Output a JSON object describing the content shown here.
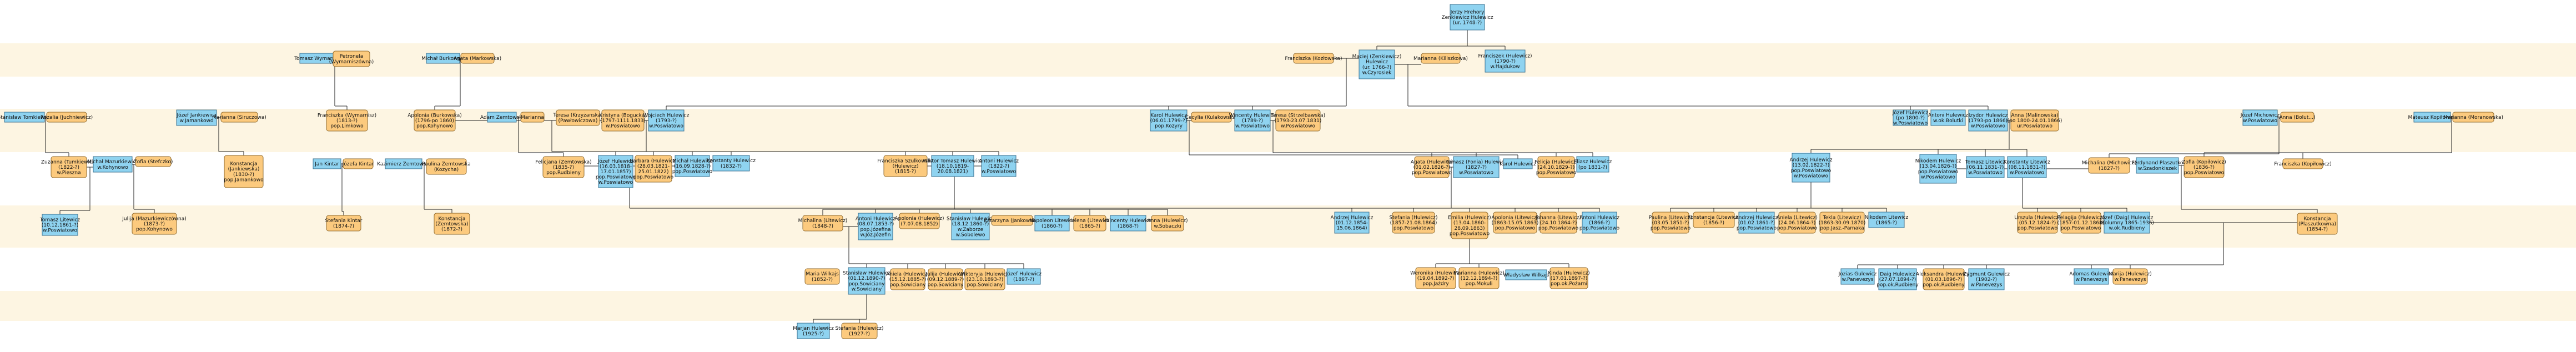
{
  "people": [
    {
      "id": "p01",
      "sex": "m",
      "lines": [
        "Jerzy Hrehory",
        "Zenkiewicz Hulewicz",
        "(ur. 1748-?)"
      ]
    },
    {
      "id": "p02",
      "sex": "f",
      "lines": [
        "Franciszka (Kozłowska)"
      ]
    },
    {
      "id": "p03",
      "sex": "m",
      "lines": [
        "Maciej (Zenkiewicz)",
        "Hulewicz",
        "(ur. 1766-?)",
        "w.Czyrosiek"
      ]
    },
    {
      "id": "p04",
      "sex": "f",
      "lines": [
        "Marianna (Kiliszkowa)"
      ]
    },
    {
      "id": "p05",
      "sex": "m",
      "lines": [
        "Franciszek (Hulewicz)",
        "(1790-?)",
        "w.Hajdukow"
      ]
    },
    {
      "id": "p06",
      "sex": "m",
      "lines": [
        "Tomasz Wymarnisz"
      ]
    },
    {
      "id": "p07",
      "sex": "f",
      "lines": [
        "Petronela",
        "(Wymarniszówna)"
      ]
    },
    {
      "id": "p08",
      "sex": "m",
      "lines": [
        "Michał Burkowski"
      ]
    },
    {
      "id": "p09",
      "sex": "f",
      "lines": [
        "Agata (Markowska)"
      ]
    },
    {
      "id": "p10",
      "sex": "m",
      "lines": [
        "Stanisław Tomkiewicz"
      ]
    },
    {
      "id": "p11",
      "sex": "f",
      "lines": [
        "Rozalia (Juchniewicz)"
      ]
    },
    {
      "id": "p12",
      "sex": "m",
      "lines": [
        "Józef Jankiewicz",
        "w.Jamankowo"
      ]
    },
    {
      "id": "p13",
      "sex": "f",
      "lines": [
        "Marianna (Siruczowa)"
      ]
    },
    {
      "id": "p14",
      "sex": "f",
      "lines": [
        "Franciszka (Wymarnisz)",
        "(1813-?)",
        "pop.Limkowo"
      ]
    },
    {
      "id": "p15",
      "sex": "f",
      "lines": [
        "Apolonia (Burkowska)",
        "(1796-po 1860)",
        "pop.Kohynowo"
      ]
    },
    {
      "id": "p16",
      "sex": "m",
      "lines": [
        "Adam Zemtowski"
      ]
    },
    {
      "id": "p17",
      "sex": "f",
      "lines": [
        "Marianna"
      ]
    },
    {
      "id": "p18",
      "sex": "f",
      "lines": [
        "Teresa (Krzyżanska)",
        "(Pawłowiczowa)"
      ]
    },
    {
      "id": "p19",
      "sex": "f",
      "lines": [
        "Kristyna (Bogucka)",
        "(1797-1111.1833)",
        "w.Poswiatowo"
      ]
    },
    {
      "id": "p20",
      "sex": "m",
      "lines": [
        "Wojciech Hulewicz",
        "(1793-?)",
        "w.Poswiatowo"
      ]
    },
    {
      "id": "p21",
      "sex": "m",
      "lines": [
        "Karol Hulewicz",
        "(06.01.1799-?)",
        "pop.Kozyry"
      ]
    },
    {
      "id": "p22",
      "sex": "f",
      "lines": [
        "Cecylia (Kulakowska)"
      ]
    },
    {
      "id": "p23",
      "sex": "m",
      "lines": [
        "Wincenty Hulewicz",
        "(1789-?)",
        "w.Poswiatowo"
      ]
    },
    {
      "id": "p24",
      "sex": "f",
      "lines": [
        "Teresa (Strzelbawska)",
        "(1793-23.07.1831)",
        "w.Poswiatowo"
      ]
    },
    {
      "id": "p25",
      "sex": "m",
      "lines": [
        "Józef Hulewicz",
        "(po 1800-?)",
        "w.Poswiatowo"
      ]
    },
    {
      "id": "p26",
      "sex": "m",
      "lines": [
        "Antoni Hulewicz",
        "w.ok.Bolutki"
      ]
    },
    {
      "id": "p27",
      "sex": "m",
      "lines": [
        "Izydor Hulewicz",
        "(1793-po 1866)",
        "w.Poswiatowo"
      ]
    },
    {
      "id": "p28",
      "sex": "f",
      "lines": [
        "Anna (Malinowska)",
        "(po 1800-24.01.1866)",
        "ur.Poswiatowo"
      ]
    },
    {
      "id": "p29",
      "sex": "m",
      "lines": [
        "Józef Michowicz",
        "w.Poswiatowo"
      ]
    },
    {
      "id": "p30",
      "sex": "f",
      "lines": [
        "Anna (Bolut...)"
      ]
    },
    {
      "id": "p31",
      "sex": "m",
      "lines": [
        "Mateusz Kopiłowicz"
      ]
    },
    {
      "id": "p32",
      "sex": "f",
      "lines": [
        "Marianna (Moranowska)"
      ]
    },
    {
      "id": "p33",
      "sex": "f",
      "lines": [
        "Zuzanna (Tumkiewicz)",
        "(1822-?)",
        "w.Pieszna"
      ]
    },
    {
      "id": "p34",
      "sex": "m",
      "lines": [
        "Michał Mazurkiewicz",
        "w.Kohynowo"
      ]
    },
    {
      "id": "p35",
      "sex": "f",
      "lines": [
        "Zofia (Stefczko)"
      ]
    },
    {
      "id": "p36",
      "sex": "f",
      "lines": [
        "Konstancja",
        "(Jankiewska)",
        "(1830-?)",
        "pop.Jamankowo"
      ]
    },
    {
      "id": "p37",
      "sex": "m",
      "lines": [
        "Jan Kintar"
      ]
    },
    {
      "id": "p38",
      "sex": "f",
      "lines": [
        "Józefa Kintar"
      ]
    },
    {
      "id": "p39",
      "sex": "m",
      "lines": [
        "Kazimierz Zemtowski"
      ]
    },
    {
      "id": "p40",
      "sex": "f",
      "lines": [
        "Paulina Zemtowska",
        "(Kozycha)"
      ]
    },
    {
      "id": "p41",
      "sex": "f",
      "lines": [
        "Felicjana (Zemtowska)",
        "(1835-?)",
        "pop.Rudbieny"
      ]
    },
    {
      "id": "p42",
      "sex": "m",
      "lines": [
        "Józef Hulewicz",
        "(16.03.1818-",
        "17.01.1857)",
        "pop.Poswiatowo",
        "w.Poswiatowo"
      ]
    },
    {
      "id": "p43",
      "sex": "f",
      "lines": [
        "Barbara (Hulewicz)",
        "(28.03.1821-",
        "25.01.1822)",
        "pop.Poswiatowo"
      ]
    },
    {
      "id": "p44",
      "sex": "m",
      "lines": [
        "Michał Hulewicz",
        "(16.09.1828-?)",
        "pop.Poswiatowo"
      ]
    },
    {
      "id": "p45",
      "sex": "m",
      "lines": [
        "Konstanty Hulewicz",
        "(1832-?)"
      ]
    },
    {
      "id": "p46",
      "sex": "f",
      "lines": [
        "Franciszka Szulkowska",
        "(Hulewicz)",
        "(1815-?)"
      ]
    },
    {
      "id": "p47",
      "sex": "m",
      "lines": [
        "Wiktor Tomasz Hulewicz",
        "(18.10.1819-",
        "20.08.1821)"
      ]
    },
    {
      "id": "p48",
      "sex": "m",
      "lines": [
        "Antoni Hulewicz",
        "(1822-?)",
        "w.Poswiatowo"
      ]
    },
    {
      "id": "p49",
      "sex": "f",
      "lines": [
        "Agata (Hulewicz)",
        "(01.02.1826-?)",
        "pop.Poswiatowo"
      ]
    },
    {
      "id": "p50",
      "sex": "m",
      "lines": [
        "Tomasz (Fonia) Hulewicz",
        "(1827-?)",
        "w.Poswiatowo"
      ]
    },
    {
      "id": "p51",
      "sex": "m",
      "lines": [
        "Karol Hulewicz"
      ]
    },
    {
      "id": "p52",
      "sex": "f",
      "lines": [
        "Felicja (Hulewicz)",
        "(24.10.1829-?)",
        "pop.Poswiatowo"
      ]
    },
    {
      "id": "p53",
      "sex": "m",
      "lines": [
        "Eliasz Hulewicz",
        "(po 1831-?)"
      ]
    },
    {
      "id": "p54",
      "sex": "m",
      "lines": [
        "Andrzej Hulewicz",
        "(13.02.1822-?)",
        "pop.Poswiatowo",
        "w.Poswiatowo"
      ]
    },
    {
      "id": "p55",
      "sex": "m",
      "lines": [
        "Nikodem Hulewicz",
        "(13.04.1826-?)",
        "pop.Poswiatowo",
        "w.Poswiatowo"
      ]
    },
    {
      "id": "p56",
      "sex": "m",
      "lines": [
        "Tomasz Litewicz",
        "(06.11.1831-?)",
        "w.Poswiatowo"
      ]
    },
    {
      "id": "p57",
      "sex": "m",
      "lines": [
        "Konstanty Litewicz",
        "(08.11.1831-?)",
        "w.Poswiatowo"
      ]
    },
    {
      "id": "p58",
      "sex": "f",
      "lines": [
        "Michalina (Michowicz)",
        "(1827-?)"
      ]
    },
    {
      "id": "p59",
      "sex": "m",
      "lines": [
        "Ferdynand Plaszutko",
        "w.Szadonkiszek"
      ]
    },
    {
      "id": "p60",
      "sex": "f",
      "lines": [
        "Zofia (Kopiłowicz)",
        "(1836-?)",
        "pop.Poswiatowo"
      ]
    },
    {
      "id": "p61",
      "sex": "f",
      "lines": [
        "Franciszka (Kopiłowicz)"
      ]
    },
    {
      "id": "p62",
      "sex": "m",
      "lines": [
        "Tomasz Litewicz",
        "(10.12.1861-?)",
        "w.Poswiatowo"
      ]
    },
    {
      "id": "p63",
      "sex": "f",
      "lines": [
        "Julija (Mazurkiewiczówna)",
        "(1873-?)",
        "pop.Kohynowo"
      ]
    },
    {
      "id": "p64",
      "sex": "f",
      "lines": [
        "Stefania Kintar",
        "(1874-?)"
      ]
    },
    {
      "id": "p65",
      "sex": "f",
      "lines": [
        "Konstancja",
        "(Zemtowska)",
        "(1872-?)"
      ]
    },
    {
      "id": "p66",
      "sex": "f",
      "lines": [
        "Michalina (Litewicz)",
        "(1848-?)"
      ]
    },
    {
      "id": "p67",
      "sex": "m",
      "lines": [
        "Antoni Hulewicz",
        "(08.07.1853-?)",
        "pop.Józefina",
        "w.Józ.Józefin"
      ]
    },
    {
      "id": "p68",
      "sex": "f",
      "lines": [
        "Apolonia (Hulewicz)",
        "(7.07.08.1852)"
      ]
    },
    {
      "id": "p69",
      "sex": "m",
      "lines": [
        "Stanisław Hulewicz",
        "(18.12.1860-?)",
        "w.Zaborze",
        "w.Sobolewo"
      ]
    },
    {
      "id": "p70",
      "sex": "f",
      "lines": [
        "Katarzyna (Jankowska)"
      ]
    },
    {
      "id": "p71",
      "sex": "m",
      "lines": [
        "Napoleon Litewicz",
        "(1860-?)"
      ]
    },
    {
      "id": "p72",
      "sex": "f",
      "lines": [
        "Helena (Litewicz)",
        "(1865-?)"
      ]
    },
    {
      "id": "p73",
      "sex": "m",
      "lines": [
        "Wincenty Hulewicz",
        "(1868-?)"
      ]
    },
    {
      "id": "p74",
      "sex": "f",
      "lines": [
        "Anna (Hulewicz)",
        "w.Sobaczki"
      ]
    },
    {
      "id": "p75",
      "sex": "m",
      "lines": [
        "Andrzej Hulewicz",
        "(01.12.1854-",
        "15.06.1864)"
      ]
    },
    {
      "id": "p76",
      "sex": "f",
      "lines": [
        "Stefania (Hulewicz)",
        "(1857-21.08.1864)",
        "pop.Poswiatowo"
      ]
    },
    {
      "id": "p77",
      "sex": "f",
      "lines": [
        "Emilia (Hulewicz)",
        "(13.04.1860-",
        "28.09.1863)",
        "pop.Poswiatowo"
      ]
    },
    {
      "id": "p78",
      "sex": "f",
      "lines": [
        "Apolonia (Litewicz)",
        "(1863-15.05.1863)",
        "pop.Poswiatowo"
      ]
    },
    {
      "id": "p79",
      "sex": "f",
      "lines": [
        "Johanna (Litewicz)",
        "(24.10.1864-?)",
        "pop.Poswiatowo"
      ]
    },
    {
      "id": "p80",
      "sex": "m",
      "lines": [
        "Antoni Hulewicz",
        "(1866-?)",
        "pop.Poswiatowo"
      ]
    },
    {
      "id": "p81",
      "sex": "f",
      "lines": [
        "Paulina (Litewicz)",
        "(03.05.1851-?)",
        "pop.Poswiatowo"
      ]
    },
    {
      "id": "p82",
      "sex": "f",
      "lines": [
        "Konstancja (Litewicz)",
        "(1856-?)"
      ]
    },
    {
      "id": "p83",
      "sex": "m",
      "lines": [
        "Andrzej Hulewicz",
        "(01.02.1861-?)",
        "pop.Poswiatowo"
      ]
    },
    {
      "id": "p84",
      "sex": "f",
      "lines": [
        "Aniela (Litewicz)",
        "(24.06.1864-?)",
        "pop.Poswiatowo"
      ]
    },
    {
      "id": "p85",
      "sex": "f",
      "lines": [
        "Tekla (Litewicz)",
        "(1863-30.09.1870)",
        "pop.Jasz.-Parnaka"
      ]
    },
    {
      "id": "p86",
      "sex": "m",
      "lines": [
        "Nikodem Litewicz",
        "(1865-?)"
      ]
    },
    {
      "id": "p87",
      "sex": "f",
      "lines": [
        "Urszula (Hulewicz)",
        "(05.12.1824-?)",
        "pop.Poswiatowo"
      ]
    },
    {
      "id": "p88",
      "sex": "f",
      "lines": [
        "Pelagija (Hulewicz)",
        "(1857-01.12.1868)",
        "pop.Poswiatowo"
      ]
    },
    {
      "id": "p89",
      "sex": "m",
      "lines": [
        "Józef (Daig) Hulewicz",
        "(Kolumny 1865-1936)",
        "w.ok.Rudbieny"
      ]
    },
    {
      "id": "p90",
      "sex": "f",
      "lines": [
        "Konstancja",
        "(Plaszutkowna)",
        "(1854-?)"
      ]
    },
    {
      "id": "p91",
      "sex": "f",
      "lines": [
        "Maria Wilkajs",
        "(1852-?)"
      ]
    },
    {
      "id": "p92",
      "sex": "m",
      "lines": [
        "Stanisław Hulewicz",
        "(01.12.1890-?)",
        "pop.Sowiciany",
        "w.Sowiciany"
      ]
    },
    {
      "id": "p93",
      "sex": "f",
      "lines": [
        "Aniela (Hulewicz)",
        "(15.12.1885-?)",
        "pop.Sowiciany"
      ]
    },
    {
      "id": "p94",
      "sex": "f",
      "lines": [
        "Julija (Hulewicz)",
        "(09.12.1889-?)",
        "pop.Sowiciany"
      ]
    },
    {
      "id": "p95",
      "sex": "f",
      "lines": [
        "Wiktoryja (Hulewicz)",
        "(23.10.1893-?)",
        "pop.Sowiciany"
      ]
    },
    {
      "id": "p96",
      "sex": "m",
      "lines": [
        "Józef Hulewicz",
        "(1897-?)"
      ]
    },
    {
      "id": "p97",
      "sex": "f",
      "lines": [
        "Weronika (Hulewicz)",
        "(19.04.1892-?)",
        "pop.Jażdry"
      ]
    },
    {
      "id": "p98",
      "sex": "f",
      "lines": [
        "Marianna (Hulewicz)",
        "(12.12.1894-?)",
        "pop.Mokuli"
      ]
    },
    {
      "id": "p99",
      "sex": "m",
      "lines": [
        "Władysław Wilkajs"
      ]
    },
    {
      "id": "p100",
      "sex": "f",
      "lines": [
        "Kinda (Hulewicz)",
        "(17.01.1897-?)",
        "pop.ok.Pożarni"
      ]
    },
    {
      "id": "p101",
      "sex": "m",
      "lines": [
        "Jozias Gulewicz",
        "w.Panevezys"
      ]
    },
    {
      "id": "p102",
      "sex": "m",
      "lines": [
        "Daig Hulewicz",
        "(27.07.1894-?)",
        "pop.ok.Rudbieny"
      ]
    },
    {
      "id": "p103",
      "sex": "f",
      "lines": [
        "Aleksandra (Hulewicz)",
        "(01.03.1896-?)",
        "pop.ok.Rudbieny"
      ]
    },
    {
      "id": "p104",
      "sex": "m",
      "lines": [
        "Zygmunt Gulewicz",
        "(1902-?)",
        "w.Panevezys"
      ]
    },
    {
      "id": "p105",
      "sex": "m",
      "lines": [
        "Adomas Gulewicz",
        "w.Panevezys"
      ]
    },
    {
      "id": "p106",
      "sex": "f",
      "lines": [
        "Marija (Hulewicz)",
        "w.Panevezys"
      ]
    },
    {
      "id": "p107",
      "sex": "m",
      "lines": [
        "Marjan Hulewicz",
        "(1925-?)"
      ]
    },
    {
      "id": "p108",
      "sex": "f",
      "lines": [
        "Stefania (Hulewicz)",
        "(1927-?)"
      ]
    }
  ]
}
